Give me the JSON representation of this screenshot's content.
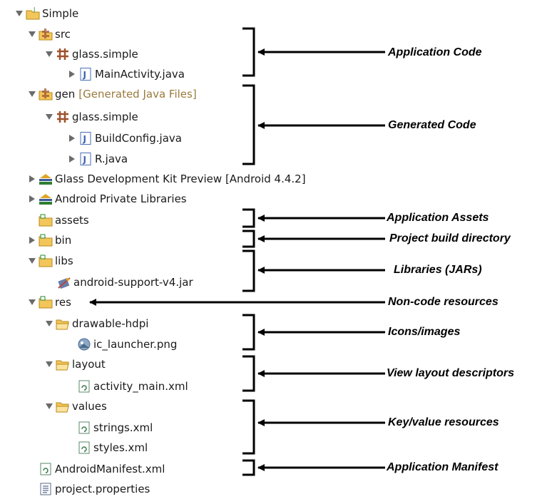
{
  "tree": [
    {
      "label": "Simple",
      "icon": "java-project-icon",
      "expanded": true
    },
    {
      "label": "src",
      "icon": "source-folder-icon",
      "expanded": true
    },
    {
      "label": "glass.simple",
      "icon": "package-icon",
      "expanded": true
    },
    {
      "label": "MainActivity.java",
      "icon": "java-file-icon",
      "expanded": false
    },
    {
      "label": "gen",
      "suffix": "[Generated Java Files]",
      "icon": "source-folder-icon",
      "expanded": true
    },
    {
      "label": "glass.simple",
      "icon": "package-icon",
      "expanded": true
    },
    {
      "label": "BuildConfig.java",
      "icon": "java-file-icon",
      "expanded": false
    },
    {
      "label": "R.java",
      "icon": "java-file-icon",
      "expanded": false
    },
    {
      "label": "Glass Development Kit Preview [Android 4.4.2]",
      "icon": "library-icon",
      "expanded": false
    },
    {
      "label": "Android Private Libraries",
      "icon": "library-icon",
      "expanded": false
    },
    {
      "label": "assets",
      "icon": "folder-icon"
    },
    {
      "label": "bin",
      "icon": "folder-icon",
      "expanded": false
    },
    {
      "label": "libs",
      "icon": "folder-icon",
      "expanded": true
    },
    {
      "label": "android-support-v4.jar",
      "icon": "jar-icon"
    },
    {
      "label": "res",
      "icon": "folder-icon",
      "expanded": true
    },
    {
      "label": "drawable-hdpi",
      "icon": "open-folder-icon",
      "expanded": true
    },
    {
      "label": "ic_launcher.png",
      "icon": "image-file-icon"
    },
    {
      "label": "layout",
      "icon": "open-folder-icon",
      "expanded": true
    },
    {
      "label": "activity_main.xml",
      "icon": "xml-file-icon"
    },
    {
      "label": "values",
      "icon": "open-folder-icon",
      "expanded": true
    },
    {
      "label": "strings.xml",
      "icon": "xml-file-icon"
    },
    {
      "label": "styles.xml",
      "icon": "xml-file-icon"
    },
    {
      "label": "AndroidManifest.xml",
      "icon": "xml-file-icon"
    },
    {
      "label": "project.properties",
      "icon": "text-file-icon"
    }
  ],
  "annotations": [
    {
      "text": "Application Code"
    },
    {
      "text": "Generated Code"
    },
    {
      "text": "Application Assets"
    },
    {
      "text": "Project build directory"
    },
    {
      "text": "Libraries (JARs)"
    },
    {
      "text": "Non-code resources"
    },
    {
      "text": "Icons/images"
    },
    {
      "text": "View layout descriptors"
    },
    {
      "text": "Key/value resources"
    },
    {
      "text": "Application Manifest"
    }
  ]
}
